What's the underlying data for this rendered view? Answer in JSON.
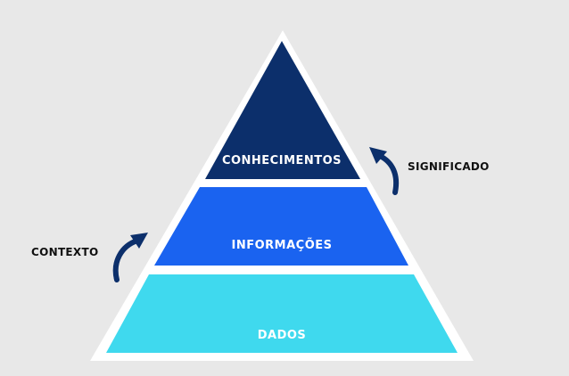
{
  "pyramid": {
    "tiers": [
      {
        "label": "CONHECIMENTOS",
        "color": "#0c2f6b"
      },
      {
        "label": "INFORMAÇÕES",
        "color": "#1a63f0"
      },
      {
        "label": "DADOS",
        "color": "#3fd9ee"
      }
    ]
  },
  "arrows": {
    "left_label": "CONTEXTO",
    "right_label": "SIGNIFICADO",
    "color": "#0c2f6b"
  }
}
